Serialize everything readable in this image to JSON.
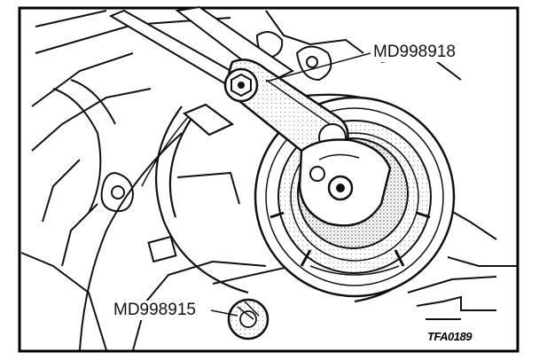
{
  "diagram": {
    "callouts": {
      "upper_tool": "MD998918",
      "lower_tool": "MD998915"
    },
    "figure_code": "TFA0189",
    "colors": {
      "ink": "#111111",
      "paper": "#ffffff",
      "stipple": "#8a8a8a",
      "frame": "#000000"
    },
    "icons": [
      "wrench-arm-icon",
      "pulley-icon",
      "bolt-icon",
      "pin-tool-icon"
    ]
  }
}
